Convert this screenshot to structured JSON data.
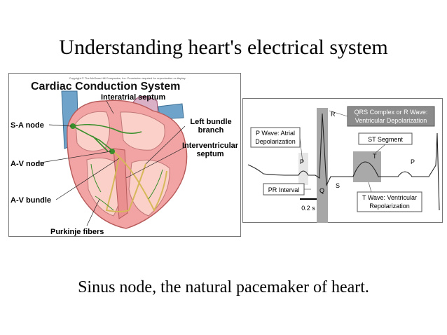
{
  "slide": {
    "title": "Understanding heart's electrical system",
    "caption": "Sinus node, the natural pacemaker of heart."
  },
  "heart_figure": {
    "copyright": "Copyright © The McGraw-Hill Companies, Inc. Permission required for reproduction or display.",
    "title": "Cardiac Conduction System",
    "labels": {
      "interatrial_septum": "Interatrial septum",
      "sa_node": "S-A node",
      "av_node": "A-V node",
      "av_bundle": "A-V bundle",
      "purkinje": "Purkinje fibers",
      "left_bundle_1": "Left bundle",
      "left_bundle_2": "branch",
      "interventricular_1": "Interventricular",
      "interventricular_2": "septum"
    },
    "colors": {
      "myocardium": "#f2a3a3",
      "chamber": "#fbd0c8",
      "vessel": "#6fa3c9",
      "conduction": "#3a8f2c",
      "nerve": "#d6b85a"
    }
  },
  "ecg_figure": {
    "labels": {
      "qrs_1": "QRS Complex or R Wave:",
      "qrs_2": "Ventricular Depolarization",
      "p_wave_1": "P Wave: Atrial",
      "p_wave_2": "Depolarization",
      "st_segment": "ST Segment",
      "pr_interval": "PR Interval",
      "t_wave_1": "T Wave: Ventricular",
      "t_wave_2": "Repolarization",
      "scale": "0.2 s",
      "wave_p1": "P",
      "wave_q": "Q",
      "wave_r": "R",
      "wave_s": "S",
      "wave_t": "T",
      "wave_p2": "P"
    },
    "colors": {
      "qrs_band": "#a7a7a7",
      "segment_box": "#a9a9a9",
      "trace": "#222222",
      "label_fill": "#8b8b8b"
    }
  }
}
